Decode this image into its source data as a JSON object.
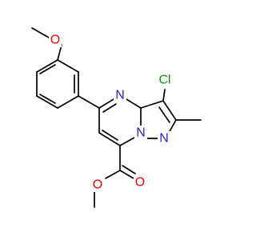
{
  "molecule": {
    "atoms": {
      "cl": {
        "text": "Cl",
        "color": "#00a000"
      },
      "n4": {
        "text": "N",
        "color": "#2020ff"
      },
      "n7a": {
        "text": "N",
        "color": "#2020ff"
      },
      "n1": {
        "text": "N",
        "color": "#2020ff"
      },
      "o_methoxy": {
        "text": "O",
        "color": "#ff0000"
      },
      "o_carbonyl": {
        "text": "O",
        "color": "#ff0000"
      },
      "o_ester": {
        "text": "O",
        "color": "#ff0000"
      }
    }
  }
}
